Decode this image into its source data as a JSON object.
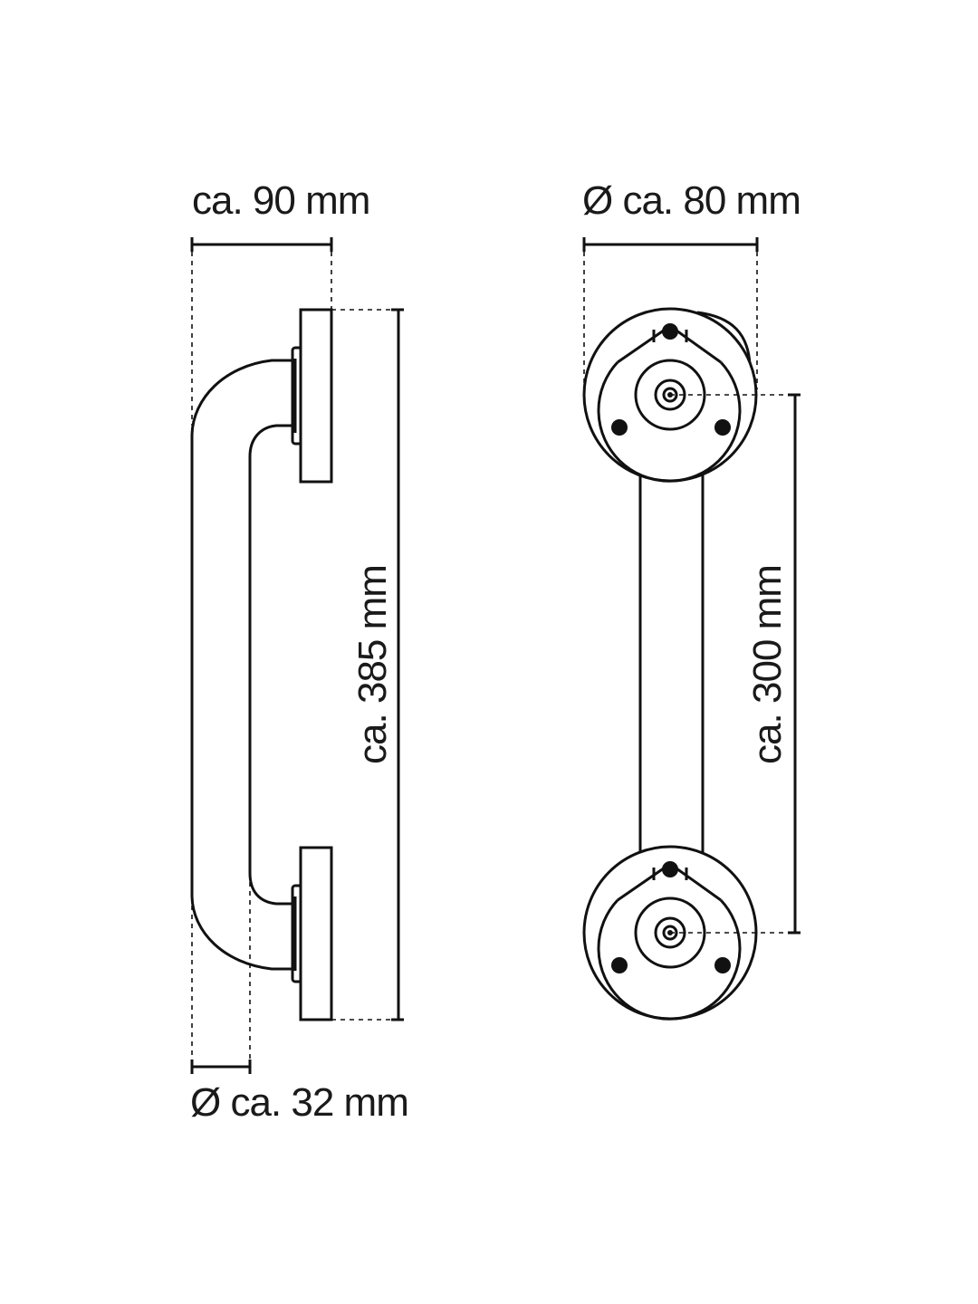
{
  "dimensions": {
    "side_width": "ca. 90 mm",
    "side_height": "ca. 385 mm",
    "tube_diameter": "Ø ca. 32 mm",
    "rosette_diameter": "Ø ca. 80 mm",
    "hole_spacing": "ca. 300 mm"
  }
}
